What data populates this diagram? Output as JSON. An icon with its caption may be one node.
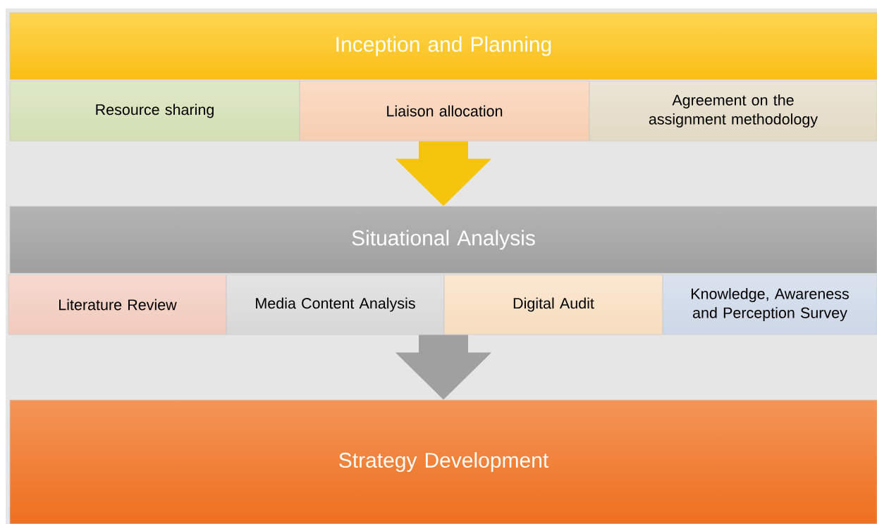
{
  "diagram": {
    "nodes": [
      {
        "text": [
          "Inception and Planning"
        ]
      },
      {
        "text": [
          "Resource sharing"
        ]
      },
      {
        "text": [
          "Liaison allocation"
        ]
      },
      {
        "text": [
          "Agreement on the assignment methodology"
        ]
      },
      {
        "text": [
          "Situational Analysis"
        ]
      },
      {
        "text": [
          "Literature Review"
        ]
      },
      {
        "text": [
          "Media Content Analysis"
        ]
      },
      {
        "text": [
          "Digital Audit"
        ]
      },
      {
        "text": [
          "Knowledge, Awareness and Perception Survey"
        ]
      },
      {
        "text": [
          "Strategy Development"
        ]
      }
    ],
    "edges": [
      {
        "from": 2,
        "to": 4,
        "arrow": "to",
        "color": "#f5c40c"
      },
      {
        "from": 6,
        "to": 9,
        "arrow": "to",
        "color": "#a0a0a0"
      }
    ]
  }
}
